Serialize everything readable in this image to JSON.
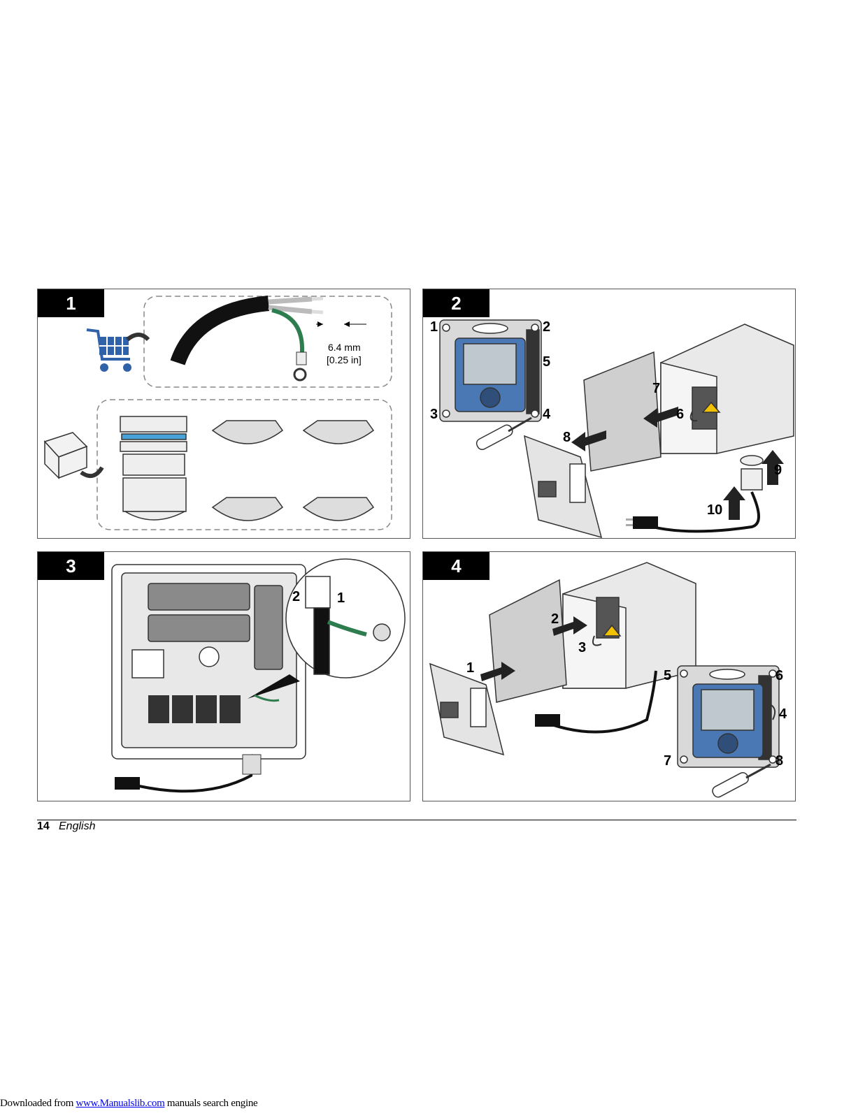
{
  "steps": [
    {
      "number": "1"
    },
    {
      "number": "2"
    },
    {
      "number": "3"
    },
    {
      "number": "4"
    }
  ],
  "step1": {
    "dim_mm": "6.4 mm",
    "dim_in": "[0.25 in]"
  },
  "step2": {
    "callouts": [
      "1",
      "2",
      "3",
      "4",
      "5",
      "6",
      "7",
      "8",
      "9",
      "10"
    ]
  },
  "step3": {
    "callouts": [
      "2",
      "1"
    ]
  },
  "step4": {
    "callouts": [
      "1",
      "2",
      "3",
      "4",
      "5",
      "6",
      "7",
      "8"
    ]
  },
  "footer": {
    "page_number": "14",
    "language": "English"
  },
  "download": {
    "prefix": "Downloaded from ",
    "link": "www.Manualslib.com",
    "suffix": " manuals search engine"
  },
  "colors": {
    "tab": "#000000",
    "accent_blue": "#2f62a8",
    "ground_green": "#2e7d4f",
    "seal_blue": "#4aa3d8"
  }
}
